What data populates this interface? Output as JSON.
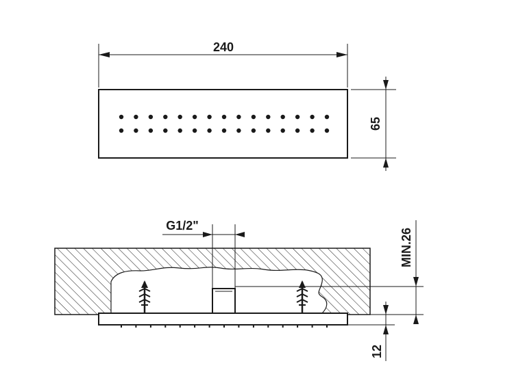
{
  "dimensions": {
    "width": "240",
    "depth": "65",
    "thread": "G1/2\"",
    "min_recess": "MIN.26",
    "plate_thickness": "12"
  },
  "nozzles": {
    "rows": 2,
    "per_row": 15
  },
  "colors": {
    "ink": "#1a1a1a",
    "paper": "#ffffff"
  }
}
